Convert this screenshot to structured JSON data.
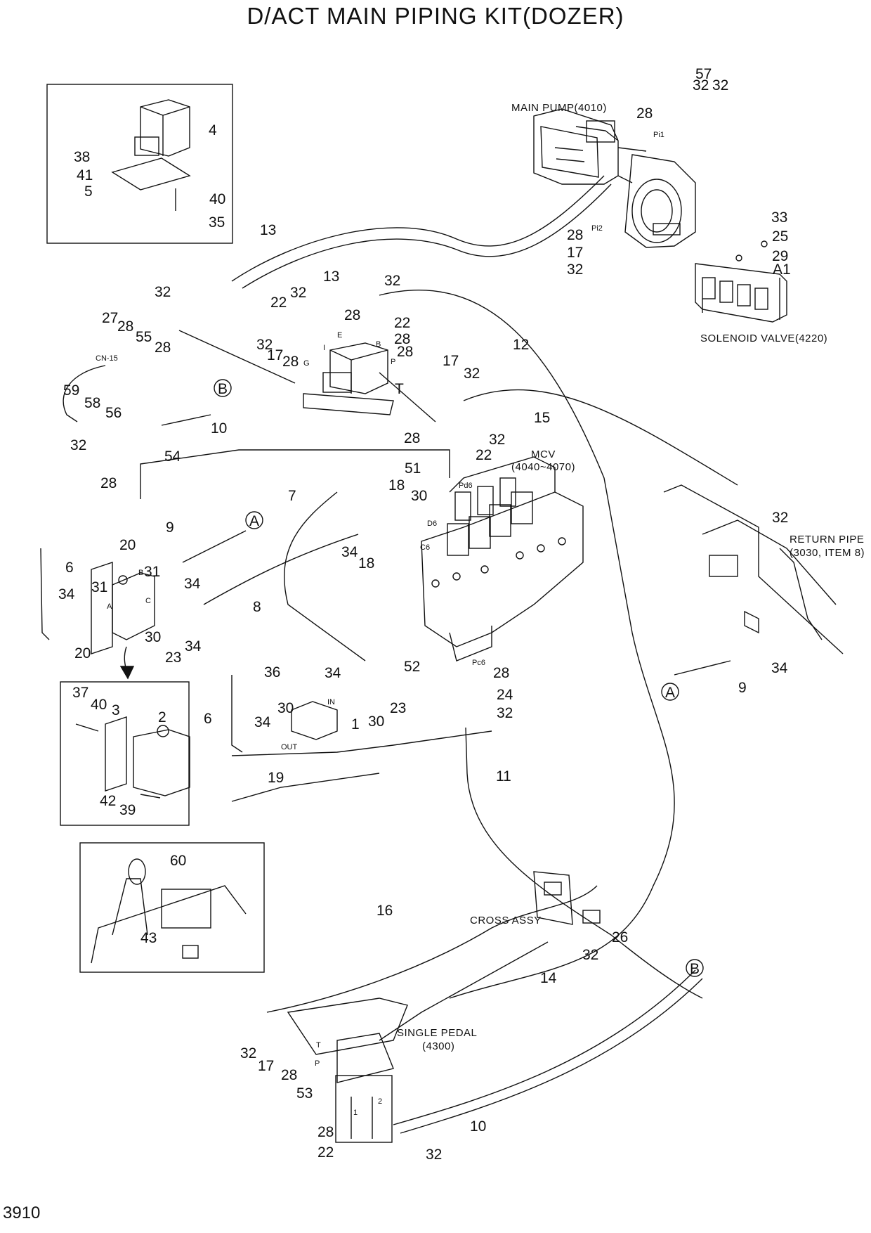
{
  "title": "D/ACT MAIN PIPING KIT(DOZER)",
  "page_number": "3910",
  "captions": {
    "main_pump": "MAIN PUMP(4010)",
    "solenoid_valve": "SOLENOID VALVE(4220)",
    "mcv_1": "MCV",
    "mcv_2": "(4040~4070)",
    "return_pipe_1": "RETURN PIPE",
    "return_pipe_2": "(3030, ITEM 8)",
    "cross_assy": "CROSS ASSY",
    "single_pedal_1": "SINGLE PEDAL",
    "single_pedal_2": "(4300)",
    "connector": "CN-15"
  },
  "port_labels": {
    "pi1": "Pi1",
    "pi2": "Pi2",
    "a1": "A1",
    "e": "E",
    "i": "I",
    "g": "G",
    "b_port": "B",
    "p_port": "P",
    "t_port": "T",
    "pd6": "Pd6",
    "d6": "D6",
    "c6": "C6",
    "pc6": "Pc6",
    "block_a": "A",
    "block_b": "B",
    "block_c": "C",
    "in": "IN",
    "out": "OUT",
    "pedal_t": "T",
    "pedal_p": "P",
    "pedal_1": "1",
    "pedal_2": "2"
  },
  "references": {
    "a": "A",
    "b": "B"
  },
  "balloons": [
    "57",
    "32",
    "28",
    "32",
    "33",
    "25",
    "29",
    "28",
    "17",
    "32",
    "13",
    "13",
    "4",
    "38",
    "41",
    "5",
    "40",
    "35",
    "32",
    "27",
    "28",
    "55",
    "28",
    "32",
    "22",
    "32",
    "28",
    "22",
    "28",
    "32",
    "17",
    "28",
    "28",
    "17",
    "32",
    "12",
    "15",
    "28",
    "32",
    "22",
    "59",
    "58",
    "56",
    "32",
    "54",
    "28",
    "10",
    "51",
    "18",
    "30",
    "7",
    "9",
    "20",
    "31",
    "34",
    "34",
    "18",
    "6",
    "34",
    "31",
    "20",
    "30",
    "23",
    "34",
    "8",
    "52",
    "28",
    "24",
    "32",
    "11",
    "36",
    "34",
    "23",
    "30",
    "30",
    "1",
    "6",
    "34",
    "19",
    "37",
    "40",
    "3",
    "2",
    "42",
    "39",
    "60",
    "43",
    "16",
    "26",
    "32",
    "14",
    "32",
    "17",
    "28",
    "53",
    "28",
    "22",
    "32",
    "10",
    "9",
    "34",
    "32"
  ]
}
